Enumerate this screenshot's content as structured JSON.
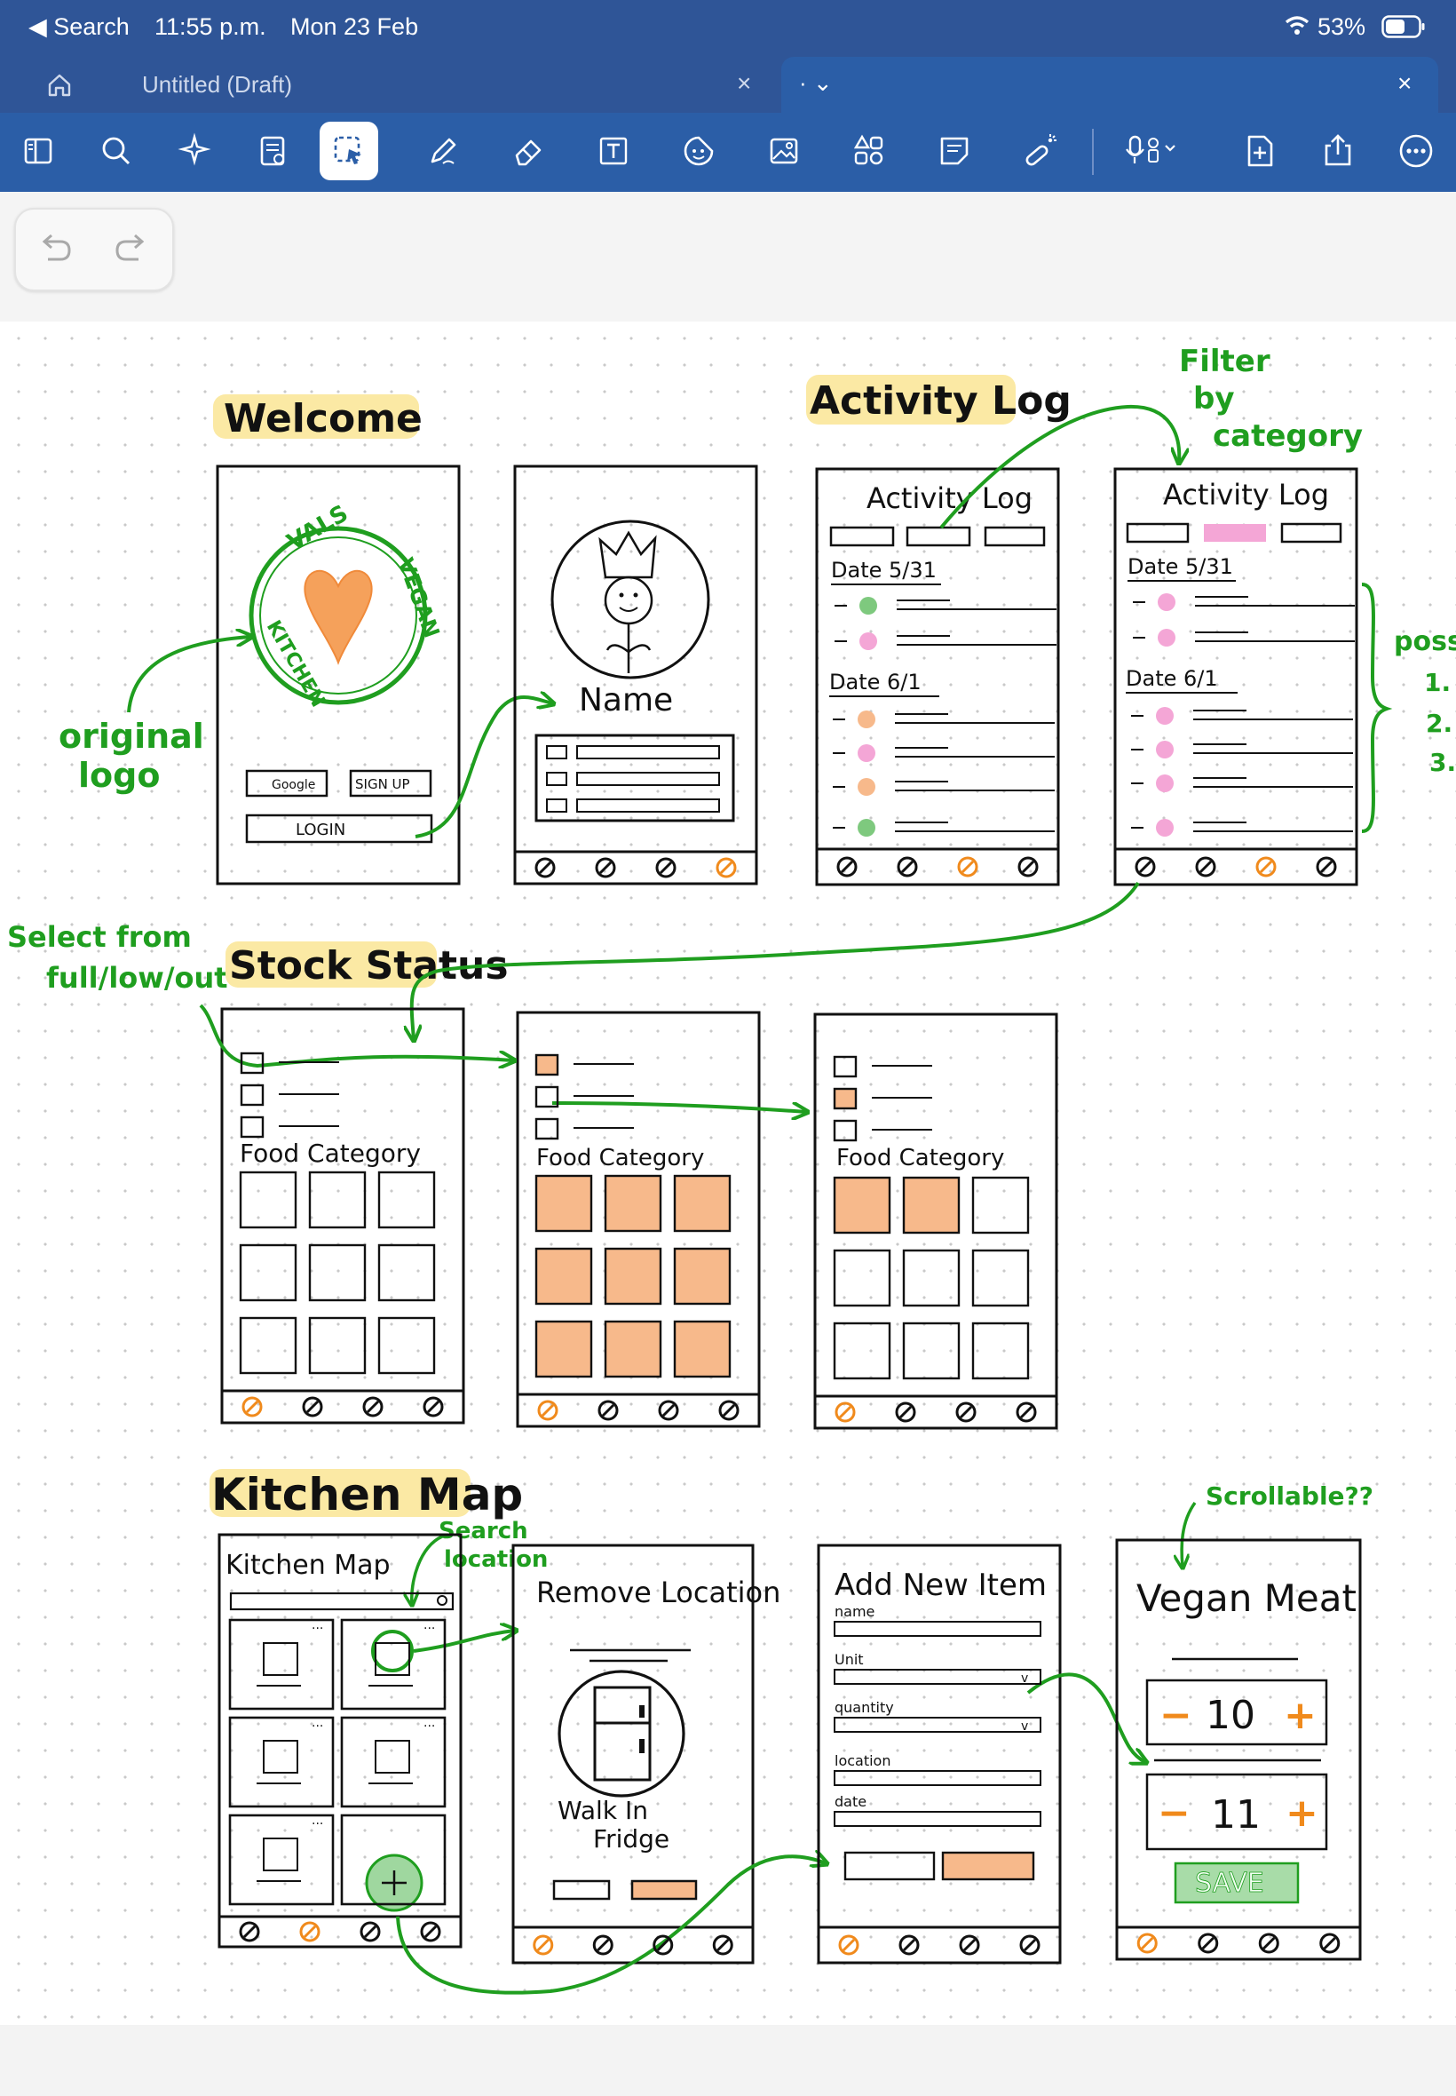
{
  "status": {
    "back": "◀ Search",
    "time": "11:55 p.m.",
    "date": "Mon 23 Feb",
    "battery": "53%"
  },
  "tabs": [
    {
      "label": "Untitled (Draft)",
      "close": "×"
    },
    {
      "label": "· ⌄",
      "close": "×"
    }
  ],
  "toolbar": {
    "tools": [
      "sidebar-icon",
      "search-icon",
      "sparkle-icon",
      "document-icon",
      "lasso-select-icon",
      "pen-icon",
      "eraser-icon",
      "text-box-icon",
      "sticker-icon",
      "image-icon",
      "shapes-icon",
      "sticky-note-icon",
      "laser-pointer-icon",
      "microphone-icon",
      "add-page-icon",
      "share-icon",
      "more-icon"
    ],
    "active": "lasso-select-icon"
  },
  "colors": {
    "green": "#1f9e1f",
    "orange": "#f7b98b",
    "pink": "#f4a6d6",
    "highlight": "#fbe9a4",
    "ink": "#111111"
  },
  "sketch": {
    "headings": {
      "welcome": "Welcome",
      "activity_log": "Activity Log",
      "stock_status": "Stock Status",
      "kitchen_map": "Kitchen Map"
    },
    "annotations": {
      "original_logo_1": "original",
      "original_logo_2": "logo",
      "filter_1": "Filter",
      "filter_2": "by",
      "filter_3": "category",
      "poss": "poss",
      "poss_items": [
        "1.",
        "2.",
        "3."
      ],
      "select_1": "Select from",
      "select_2": "full/low/out",
      "search_1": "Search",
      "search_2": "location",
      "scrollable": "Scrollable??"
    },
    "welcome": {
      "logo_top": "VALS",
      "logo_right": "VEGAN",
      "logo_bottom": "KITCHEN",
      "google": "Google",
      "signup": "SIGN UP",
      "login": "LOGIN"
    },
    "profile": {
      "name": "Name"
    },
    "activity": {
      "title": "Activity Log",
      "date1": "Date 5/31",
      "date2": "Date 6/1"
    },
    "stock": {
      "food_category": "Food Category"
    },
    "map": {
      "title": "Kitchen Map"
    },
    "remove": {
      "title": "Remove Location",
      "line1": "Walk In",
      "line2": "Fridge"
    },
    "add": {
      "title": "Add New Item",
      "fields": [
        "name",
        "Unit",
        "quantity",
        "location",
        "date"
      ]
    },
    "item": {
      "title": "Vegan Meat",
      "qty1": "10",
      "qty2": "11",
      "minus": "−",
      "plus": "+",
      "save": "SAVE"
    }
  }
}
